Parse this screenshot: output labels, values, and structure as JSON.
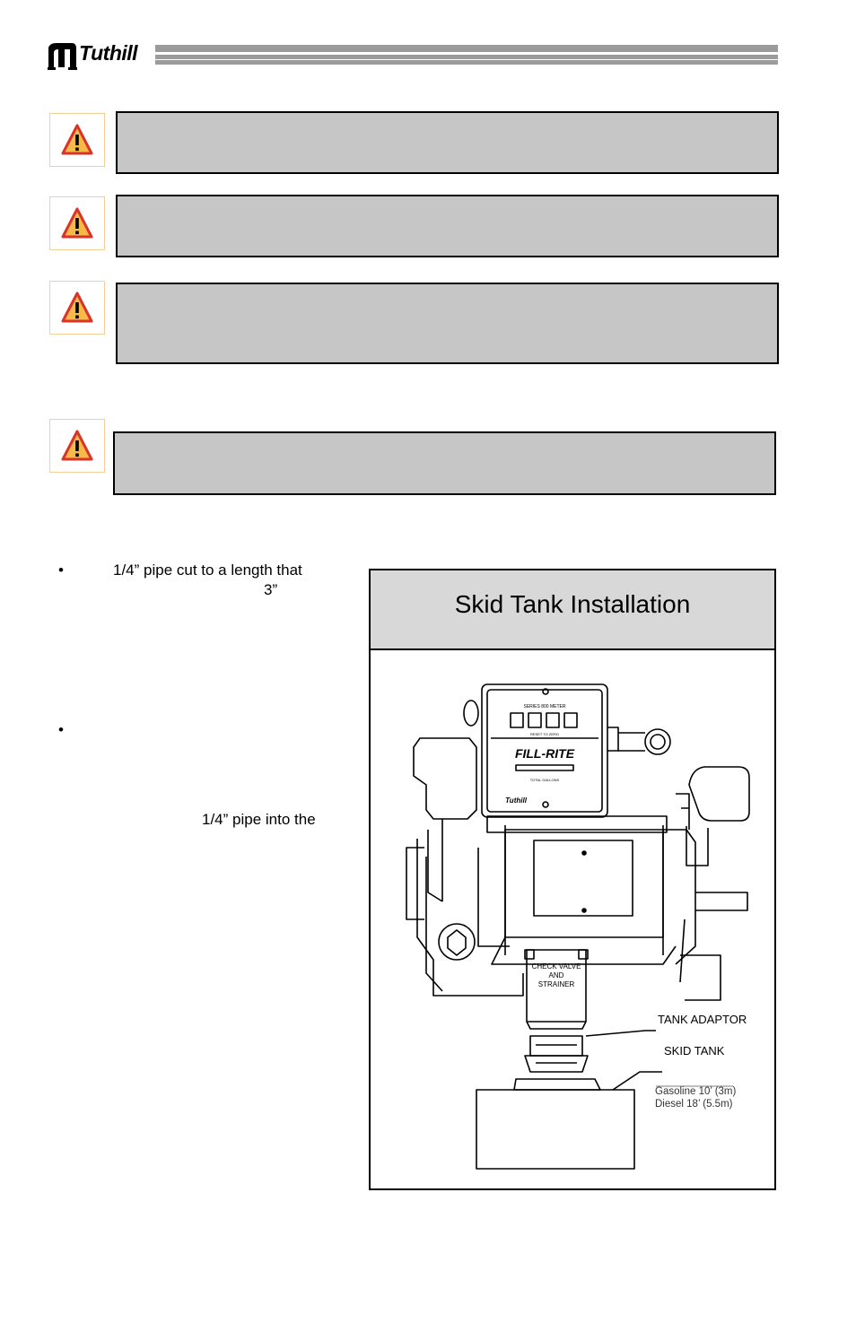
{
  "header": {
    "brand": "Tuthill"
  },
  "warnings": [
    {
      "icon": "warning-triangle-icon"
    },
    {
      "icon": "warning-triangle-icon"
    },
    {
      "icon": "warning-triangle-icon"
    },
    {
      "icon": "warning-triangle-icon"
    }
  ],
  "bullets": {
    "item1_line1": "1/4” pipe cut to a length that",
    "item1_line2": "3”",
    "item2_line1": "1/4” pipe into the"
  },
  "figure": {
    "title": "Skid Tank Installation",
    "meter_title": "SERIES 800 METER",
    "meter_reset": "RESET TO ZERO",
    "meter_brand": "FILL-RITE",
    "meter_total": "TOTAL GALLONS",
    "meter_logo": "Tuthill",
    "check_valve_label_1": "CHECK VALVE",
    "check_valve_label_2": "AND",
    "check_valve_label_3": "STRAINER",
    "tank_adaptor_label": "TANK ADAPTOR",
    "skid_tank_label": "SKID TANK",
    "gasoline_note": "Gasoline 10’ (3m)",
    "diesel_note": "Diesel 18’ (5.5m)"
  },
  "colors": {
    "header_bar": "#9b9b9b",
    "warning_box": "#c6c6c6",
    "figure_header": "#d8d8d8",
    "warning_icon_fill": "#f6b94a",
    "warning_icon_border": "#d9342a"
  }
}
